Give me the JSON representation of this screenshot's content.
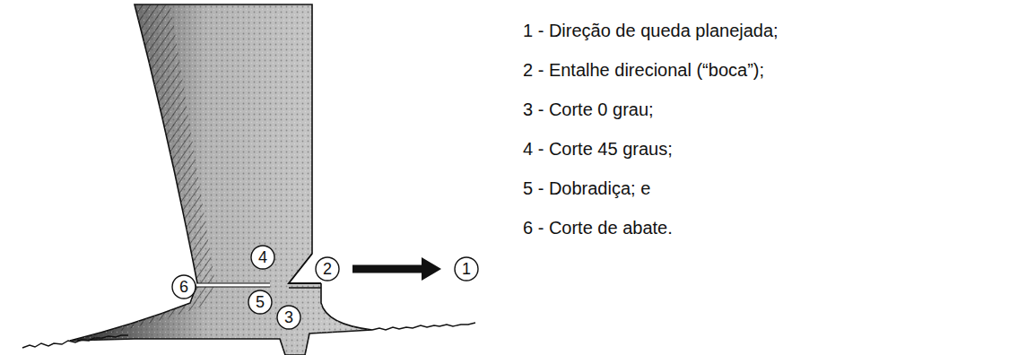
{
  "diagram": {
    "nodes": [
      {
        "text": [
          "4"
        ]
      },
      {
        "text": [
          "2"
        ]
      },
      {
        "text": [
          "1"
        ]
      },
      {
        "text": [
          "6"
        ]
      },
      {
        "text": [
          "5"
        ]
      },
      {
        "text": [
          "3"
        ]
      }
    ],
    "edges": [
      {
        "from": 1,
        "to": 2,
        "arrow": "to"
      }
    ],
    "labels": [
      "1 - Direção de queda planejada;",
      "2 - Entalhe direcional (“boca”);",
      "3 - Corte 0 grau;",
      "4 - Corte 45 graus;",
      "5 - Dobradiça; e",
      "6 - Corte de abate."
    ]
  }
}
